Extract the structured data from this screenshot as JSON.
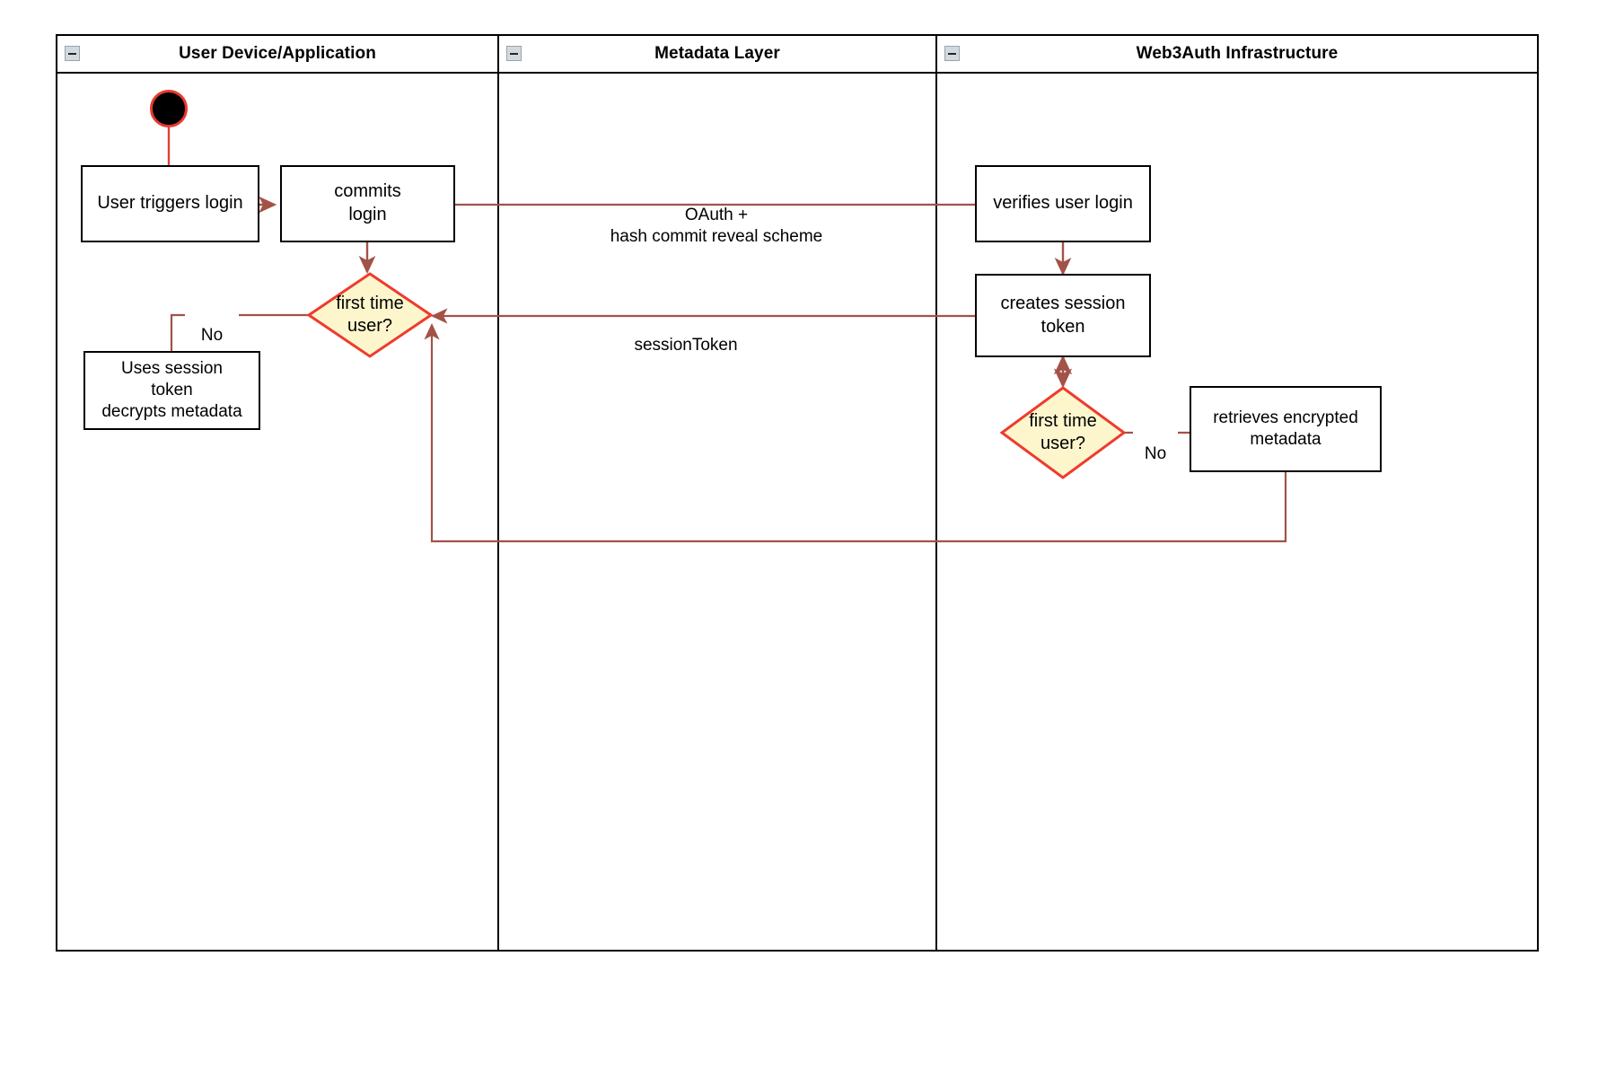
{
  "diagram": {
    "type": "uml-activity-swimlane",
    "title": "Web3Auth login activity diagram",
    "colors": {
      "lane_border": "#000000",
      "node_border": "#000000",
      "node_fill": "#ffffff",
      "decision_fill": "#fff7cc",
      "decision_border": "#ef3b2d",
      "edge": "#a35248",
      "start_fill": "#000000",
      "start_border": "#e8392c",
      "header_icon_fill": "#d3d9de"
    }
  },
  "lanes": [
    {
      "id": "user-device",
      "title": "User Device/Application",
      "collapse_icon": "collapse-minus-icon"
    },
    {
      "id": "metadata-layer",
      "title": "Metadata Layer",
      "collapse_icon": "collapse-minus-icon"
    },
    {
      "id": "web3auth",
      "title": "Web3Auth Infrastructure",
      "collapse_icon": "collapse-minus-icon"
    }
  ],
  "nodes": {
    "start": {
      "name": "start-node",
      "label": ""
    },
    "user_triggers_login": {
      "label": "User triggers login",
      "lane": "user-device"
    },
    "commits_login": {
      "label": "commits\nlogin",
      "lane": "user-device"
    },
    "first_time_user_left": {
      "label": "first time\nuser?",
      "lane": "user-device",
      "shape": "decision"
    },
    "uses_session_token": {
      "label": "Uses session\ntoken\ndecrypts metadata",
      "lane": "user-device"
    },
    "verifies_user_login": {
      "label": "verifies user login",
      "lane": "web3auth"
    },
    "creates_session_token": {
      "label": "creates session\ntoken",
      "lane": "web3auth"
    },
    "first_time_user_right": {
      "label": "first time\nuser?",
      "lane": "web3auth",
      "shape": "decision"
    },
    "retrieves_encrypted_metadata": {
      "label": "retrieves encrypted\nmetadata",
      "lane": "web3auth"
    }
  },
  "edge_labels": {
    "oauth_hash_commit": "OAuth +\nhash commit reveal scheme",
    "session_token": "sessionToken",
    "no_left": "No",
    "no_right": "No"
  },
  "edges": [
    {
      "from": "start",
      "to": "user_triggers_login",
      "label": ""
    },
    {
      "from": "user_triggers_login",
      "to": "commits_login",
      "label": ""
    },
    {
      "from": "commits_login",
      "to": "verifies_user_login",
      "label": "OAuth +\nhash commit reveal scheme"
    },
    {
      "from": "commits_login",
      "to": "first_time_user_left",
      "label": ""
    },
    {
      "from": "first_time_user_left",
      "to": "uses_session_token",
      "label": "No"
    },
    {
      "from": "verifies_user_login",
      "to": "creates_session_token",
      "label": ""
    },
    {
      "from": "creates_session_token",
      "to": "first_time_user_left",
      "label": "sessionToken"
    },
    {
      "from": "creates_session_token",
      "to": "first_time_user_right",
      "label": "",
      "arrow": "both"
    },
    {
      "from": "first_time_user_right",
      "to": "retrieves_encrypted_metadata",
      "label": "No"
    },
    {
      "from": "retrieves_encrypted_metadata",
      "to": "first_time_user_left",
      "label": ""
    }
  ]
}
